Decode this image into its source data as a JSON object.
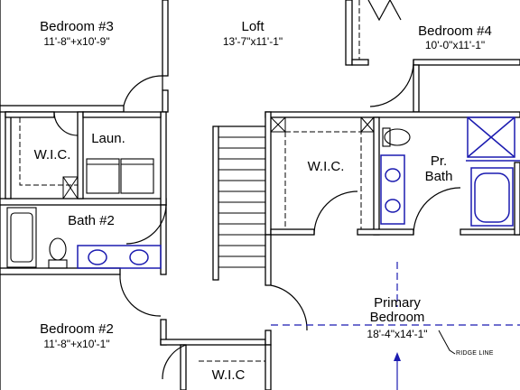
{
  "floorplan": {
    "rooms": [
      {
        "key": "bedroom3",
        "name": "Bedroom #3",
        "dims": "11'-8\"+x10'-9\""
      },
      {
        "key": "loft",
        "name": "Loft",
        "dims": "13'-7\"x11'-1\""
      },
      {
        "key": "bedroom4",
        "name": "Bedroom #4",
        "dims": "10'-0\"x11'-1\""
      },
      {
        "key": "wic_left",
        "name": "W.I.C."
      },
      {
        "key": "laundry",
        "name": "Laun."
      },
      {
        "key": "wic_primary",
        "name": "W.I.C."
      },
      {
        "key": "primary_bath",
        "name_line1": "Pr.",
        "name_line2": "Bath"
      },
      {
        "key": "bath2",
        "name": "Bath #2"
      },
      {
        "key": "primary_bedroom",
        "name_line1": "Primary",
        "name_line2": "Bedroom",
        "dims": "18'-4\"x14'-1\""
      },
      {
        "key": "bedroom2",
        "name": "Bedroom #2",
        "dims": "11'-8\"+x10'-1\""
      },
      {
        "key": "wic_bottom",
        "name": "W.I.C"
      }
    ],
    "annotations": {
      "ridge_line": "RIDGE LINE"
    },
    "colors": {
      "walls": "#000000",
      "fixtures": "#1b1bb0",
      "background": "#ffffff"
    }
  }
}
